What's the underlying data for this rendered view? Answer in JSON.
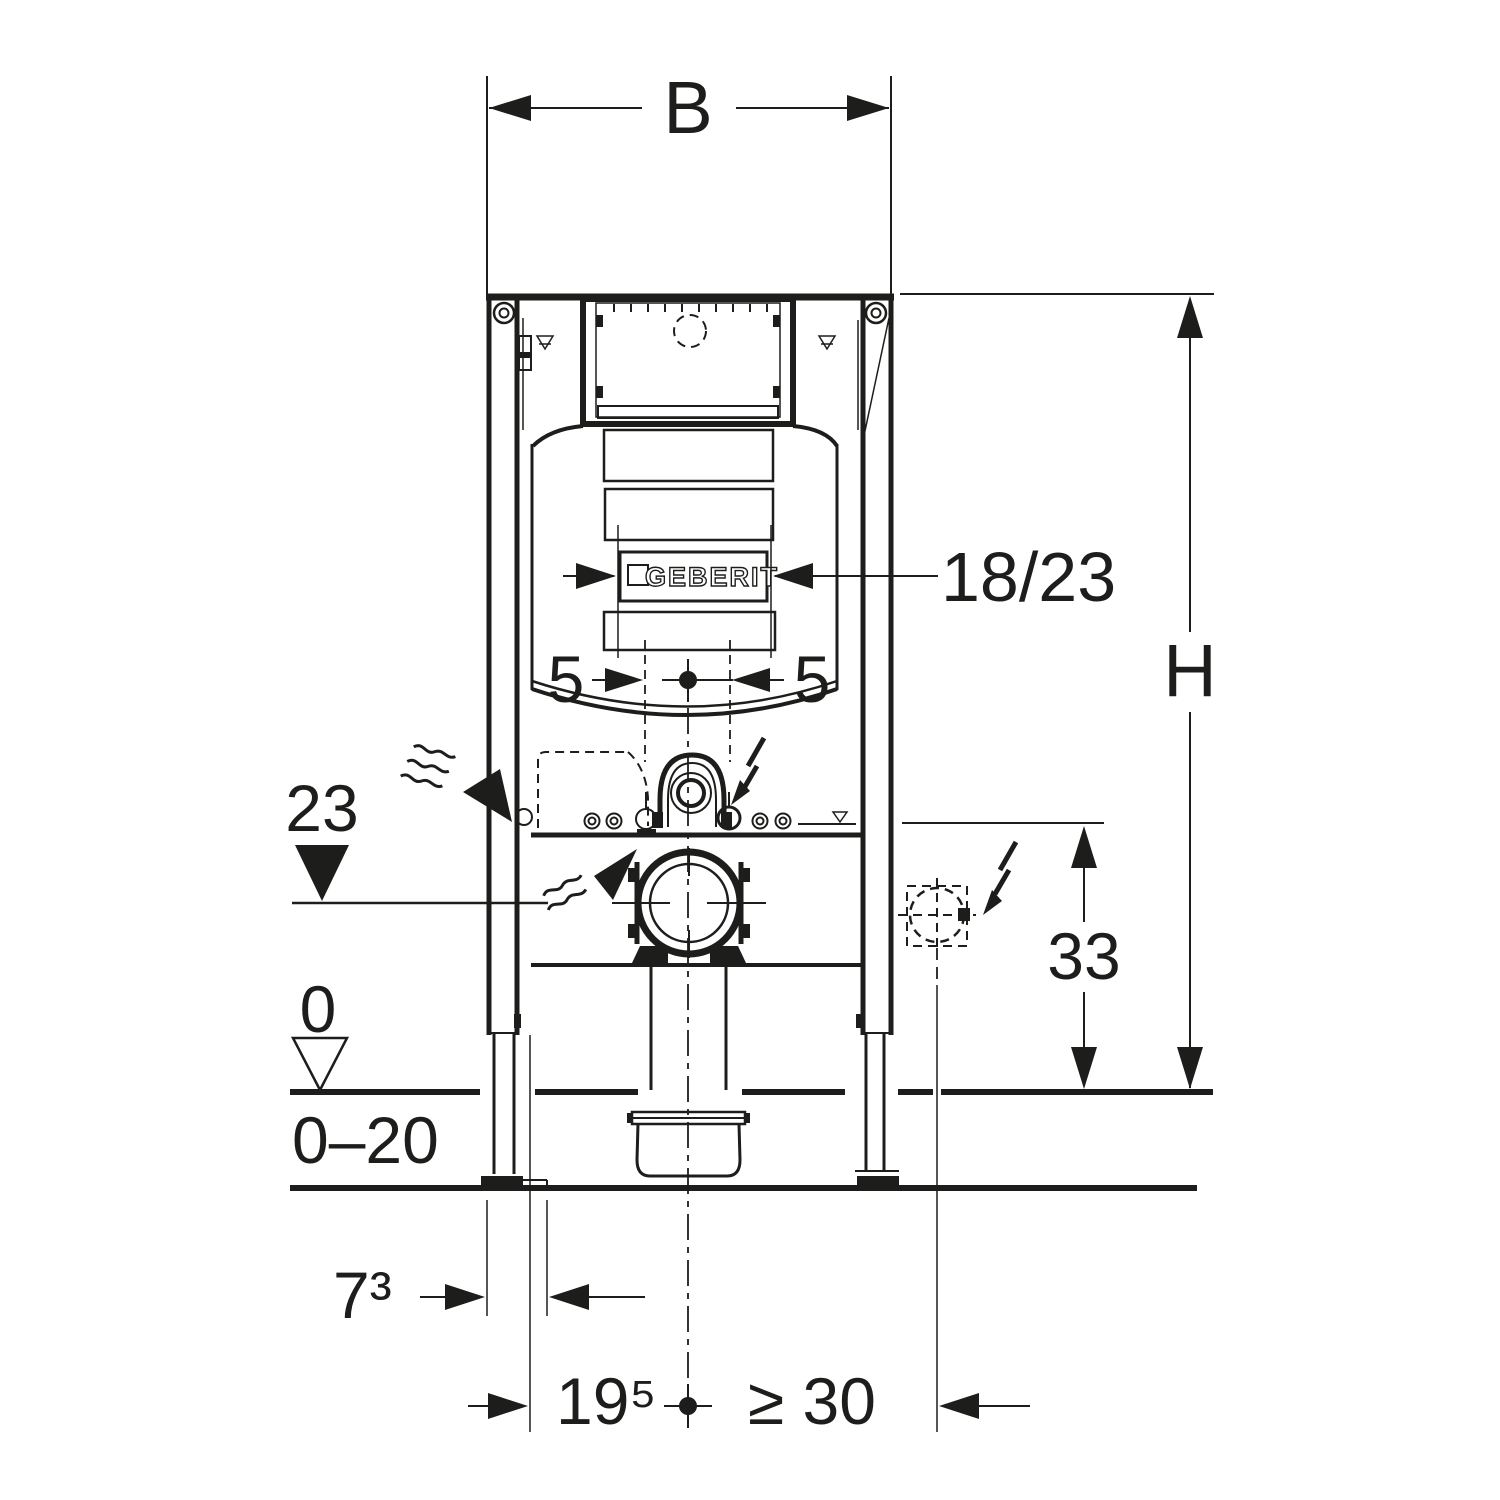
{
  "drawing": {
    "brand_logo": "GEBERIT",
    "labels": {
      "width": "B",
      "height": "H",
      "actuator_depth": "18/23",
      "offset_left": "5",
      "offset_right": "5",
      "outlet_level": "23",
      "finished_floor_level": "0",
      "floor_buildup_range": "0–20",
      "front_fixing_depth": "7³",
      "outlet_setout": "19⁵",
      "side_clearance_min": "≥ 30",
      "socket_height": "33"
    }
  },
  "colors": {
    "line": "#1d1d1b",
    "background": "#ffffff"
  }
}
